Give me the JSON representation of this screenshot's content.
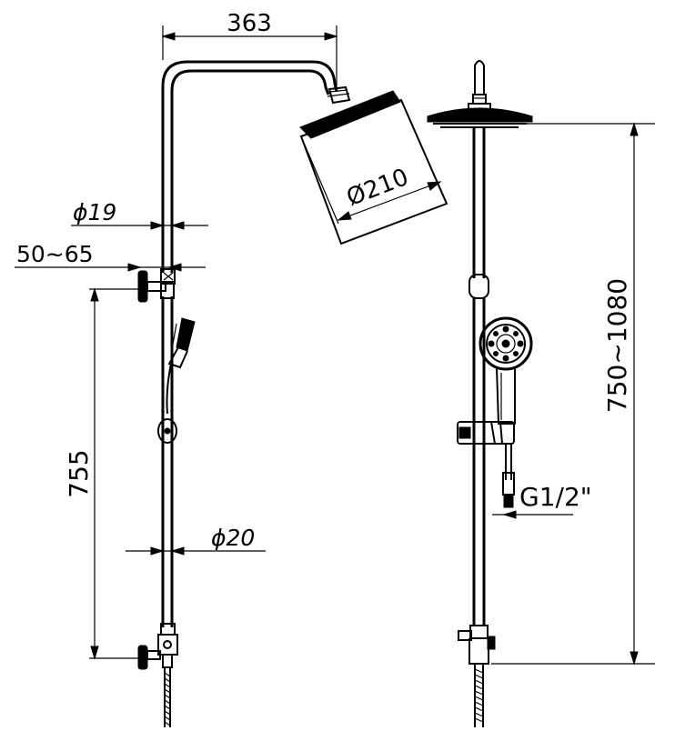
{
  "dimensions": {
    "arm_length": "363",
    "head_diameter": "Ø210",
    "pipe_upper": "ϕ19",
    "wall_bracket": "50~65",
    "pipe_lower": "ϕ20",
    "rail_height": "755",
    "connection": "G1/2\"",
    "total_height": "750~1080"
  },
  "views": [
    "side-view",
    "front-view"
  ]
}
